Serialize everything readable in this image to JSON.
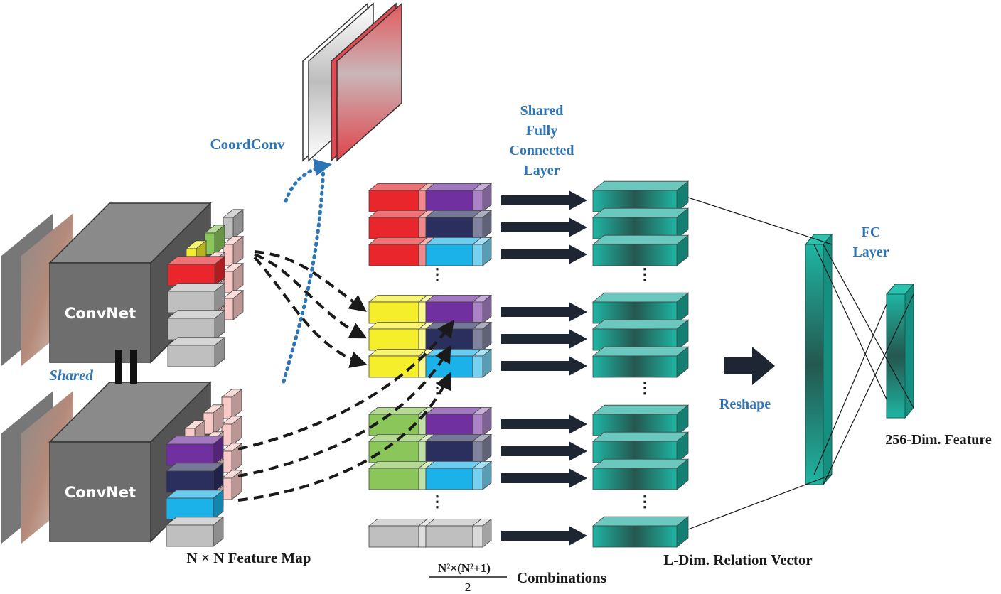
{
  "labels": {
    "coordconv": "CoordConv",
    "shared_fc": [
      "Shared",
      "Fully",
      "Connected",
      "Layer"
    ],
    "fc_layer": [
      "FC",
      "Layer"
    ],
    "convnet_top": "ConvNet",
    "convnet_bottom": "ConvNet",
    "shared": "Shared",
    "feature_map": "N × N Feature Map",
    "combinations_numerator": "N²×(N²+1)",
    "combinations_denominator": "2",
    "combinations": "Combinations",
    "relation_vector": "L-Dim. Relation Vector",
    "reshape": "Reshape",
    "feature_256": "256-Dim. Feature",
    "ellipsis": "⋮"
  },
  "colors": {
    "red": "#e8262b",
    "purple": "#7030a0",
    "navy": "#2b2f5e",
    "cyan": "#1ab2e8",
    "yellow": "#f4ef2a",
    "green": "#8bc65a",
    "gray": "#bfbfbf",
    "pink": "#f8c9c6",
    "teal": "#1aab9b",
    "convnet": "#6e6e6e",
    "accent_blue": "#2e75b6"
  },
  "pair_groups": [
    {
      "left": "red",
      "rights": [
        "purple",
        "navy",
        "cyan"
      ]
    },
    {
      "left": "yellow",
      "rights": [
        "purple",
        "navy",
        "cyan"
      ]
    },
    {
      "left": "green",
      "rights": [
        "purple",
        "navy",
        "cyan"
      ]
    },
    {
      "left": "gray",
      "rights": [
        "gray"
      ]
    }
  ]
}
